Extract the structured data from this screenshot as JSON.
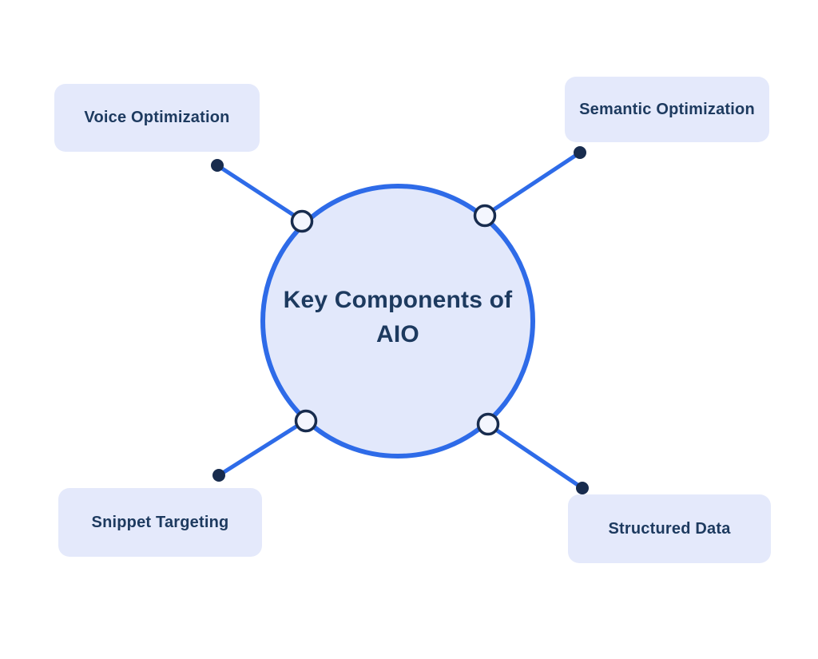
{
  "diagram": {
    "title": "Key Components of AIO",
    "center_shape": "circle",
    "nodes": [
      {
        "label": "Voice Optimization",
        "position": "top-left"
      },
      {
        "label": "Semantic Optimization",
        "position": "top-right"
      },
      {
        "label": "Snippet Targeting",
        "position": "bottom-left"
      },
      {
        "label": "Structured Data",
        "position": "bottom-right"
      }
    ]
  },
  "colors": {
    "accent": "#2e6be8",
    "navy": "#1d3a5f",
    "dot": "#182c4e",
    "circle_fill": "#e2e8fb",
    "box_fill": "#e4e9fb",
    "node_fill": "#f4f6fe",
    "background": "#ffffff"
  }
}
